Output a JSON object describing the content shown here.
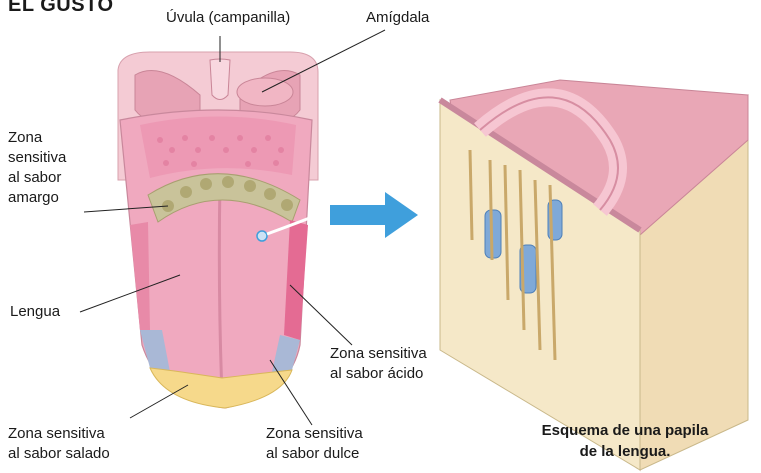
{
  "title": "EL GUSTO",
  "labels": {
    "uvula": "Úvula (campanilla)",
    "amigdala": "Amígdala",
    "amargo": "Zona\nsensitiva\nal sabor\namargo",
    "lengua": "Lengua",
    "acido": "Zona sensitiva\nal sabor ácido",
    "salado": "Zona sensitiva\nal sabor salado",
    "dulce": "Zona sensitiva\nal sabor dulce"
  },
  "caption": "Esquema de una papila\nde la lengua.",
  "colors": {
    "tongue": "#f0a9bf",
    "throat": "#f2c6cf",
    "bitter_zone": "#c9c39a",
    "salty_zone": "#f6d98b",
    "sweet_zone": "#a9b8d6",
    "sour_zone": "#e46b93",
    "arrow": "#3f9fdc",
    "block_side": "#f5e8c8",
    "block_top": "#e9a7b6",
    "cell_blue": "#7fa9d8",
    "nerve": "#c9a86a"
  }
}
